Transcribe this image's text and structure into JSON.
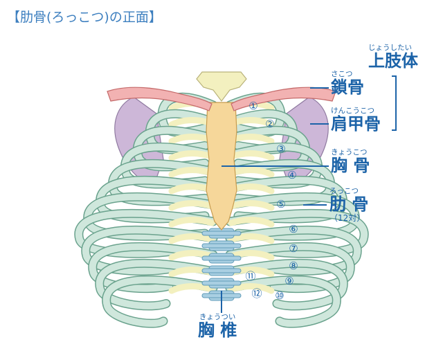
{
  "title": "【肋骨(ろっこつ)の正面】",
  "labels": {
    "upper_limb": {
      "ruby": "じょうしたい",
      "text": "上肢体"
    },
    "clavicle": {
      "ruby": "さこつ",
      "text": "鎖骨"
    },
    "scapula": {
      "ruby": "けんこうこつ",
      "text": "肩甲骨"
    },
    "sternum": {
      "ruby": "きょうこつ",
      "text": "胸 骨"
    },
    "ribs": {
      "ruby": "ろっこつ",
      "text": "肋 骨",
      "note": "（12対）"
    },
    "vertebra": {
      "ruby": "きょうつい",
      "text": "胸 椎"
    }
  },
  "rib_numbers": [
    "①",
    "②",
    "③",
    "④",
    "⑤",
    "⑥",
    "⑦",
    "⑧",
    "⑨",
    "⑩",
    "⑪",
    "⑫"
  ],
  "colors": {
    "accent": "#1c63a8",
    "title": "#3d7fbf",
    "rib": "#cfe7dc",
    "rib_outline": "#6aa28d",
    "cartilage": "#f3f0bf",
    "sternum": "#f6d79a",
    "clavicle": "#f2b2b2",
    "scapula": "#cdb7d8",
    "vertebra": "#a9cfe2"
  }
}
